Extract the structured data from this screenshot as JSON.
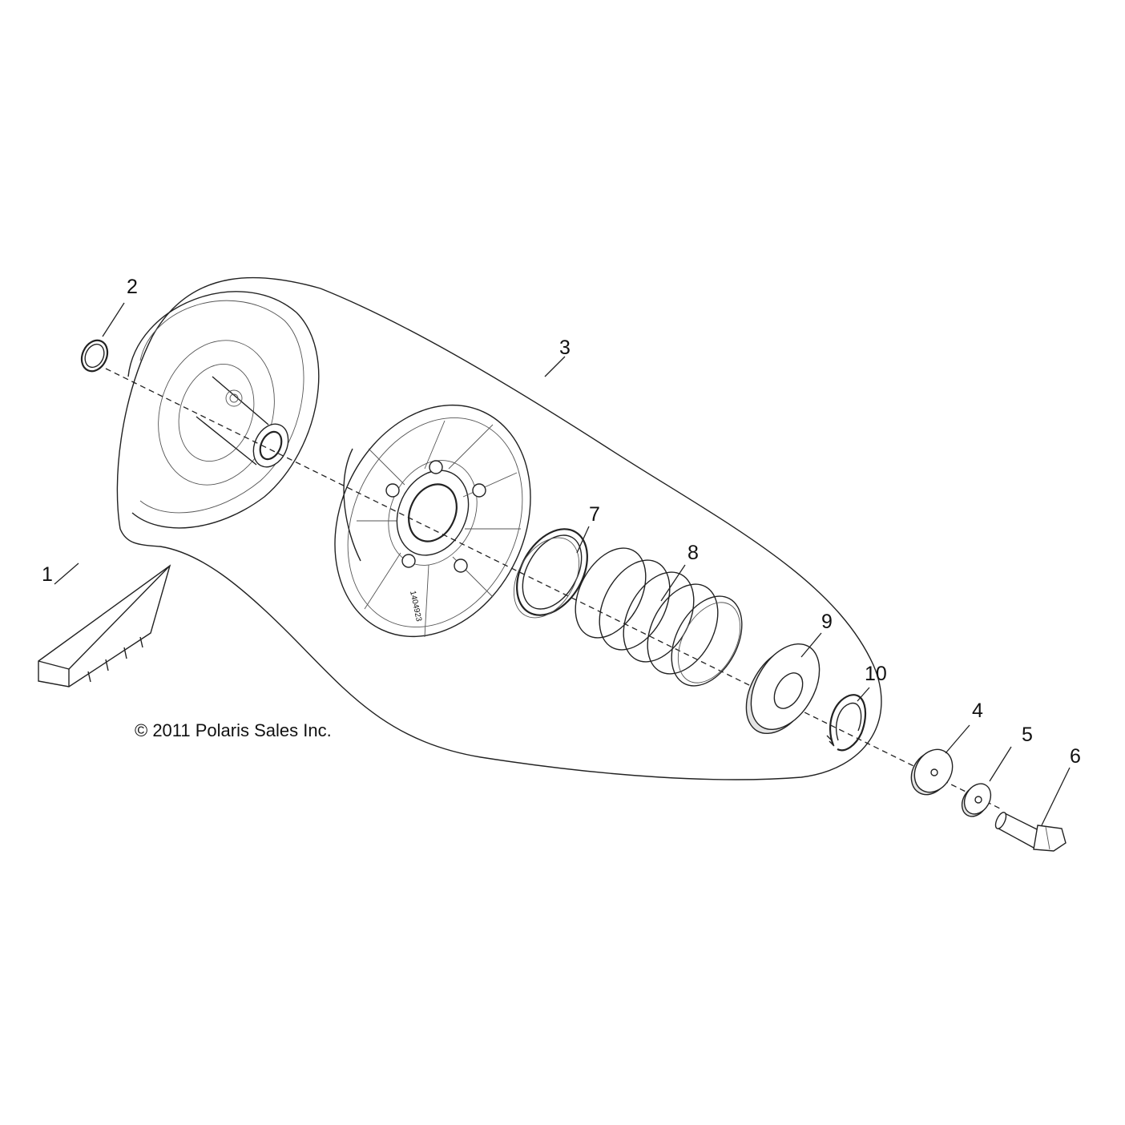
{
  "copyright": "© 2011 Polaris Sales Inc.",
  "callouts": [
    {
      "id": "1",
      "text": "1"
    },
    {
      "id": "2",
      "text": "2"
    },
    {
      "id": "3",
      "text": "3"
    },
    {
      "id": "4",
      "text": "4"
    },
    {
      "id": "5",
      "text": "5"
    },
    {
      "id": "6",
      "text": "6"
    },
    {
      "id": "7",
      "text": "7"
    },
    {
      "id": "8",
      "text": "8"
    },
    {
      "id": "9",
      "text": "9"
    },
    {
      "id": "10",
      "text": "10"
    }
  ],
  "part_markings": {
    "sheave_code": "1404923"
  }
}
